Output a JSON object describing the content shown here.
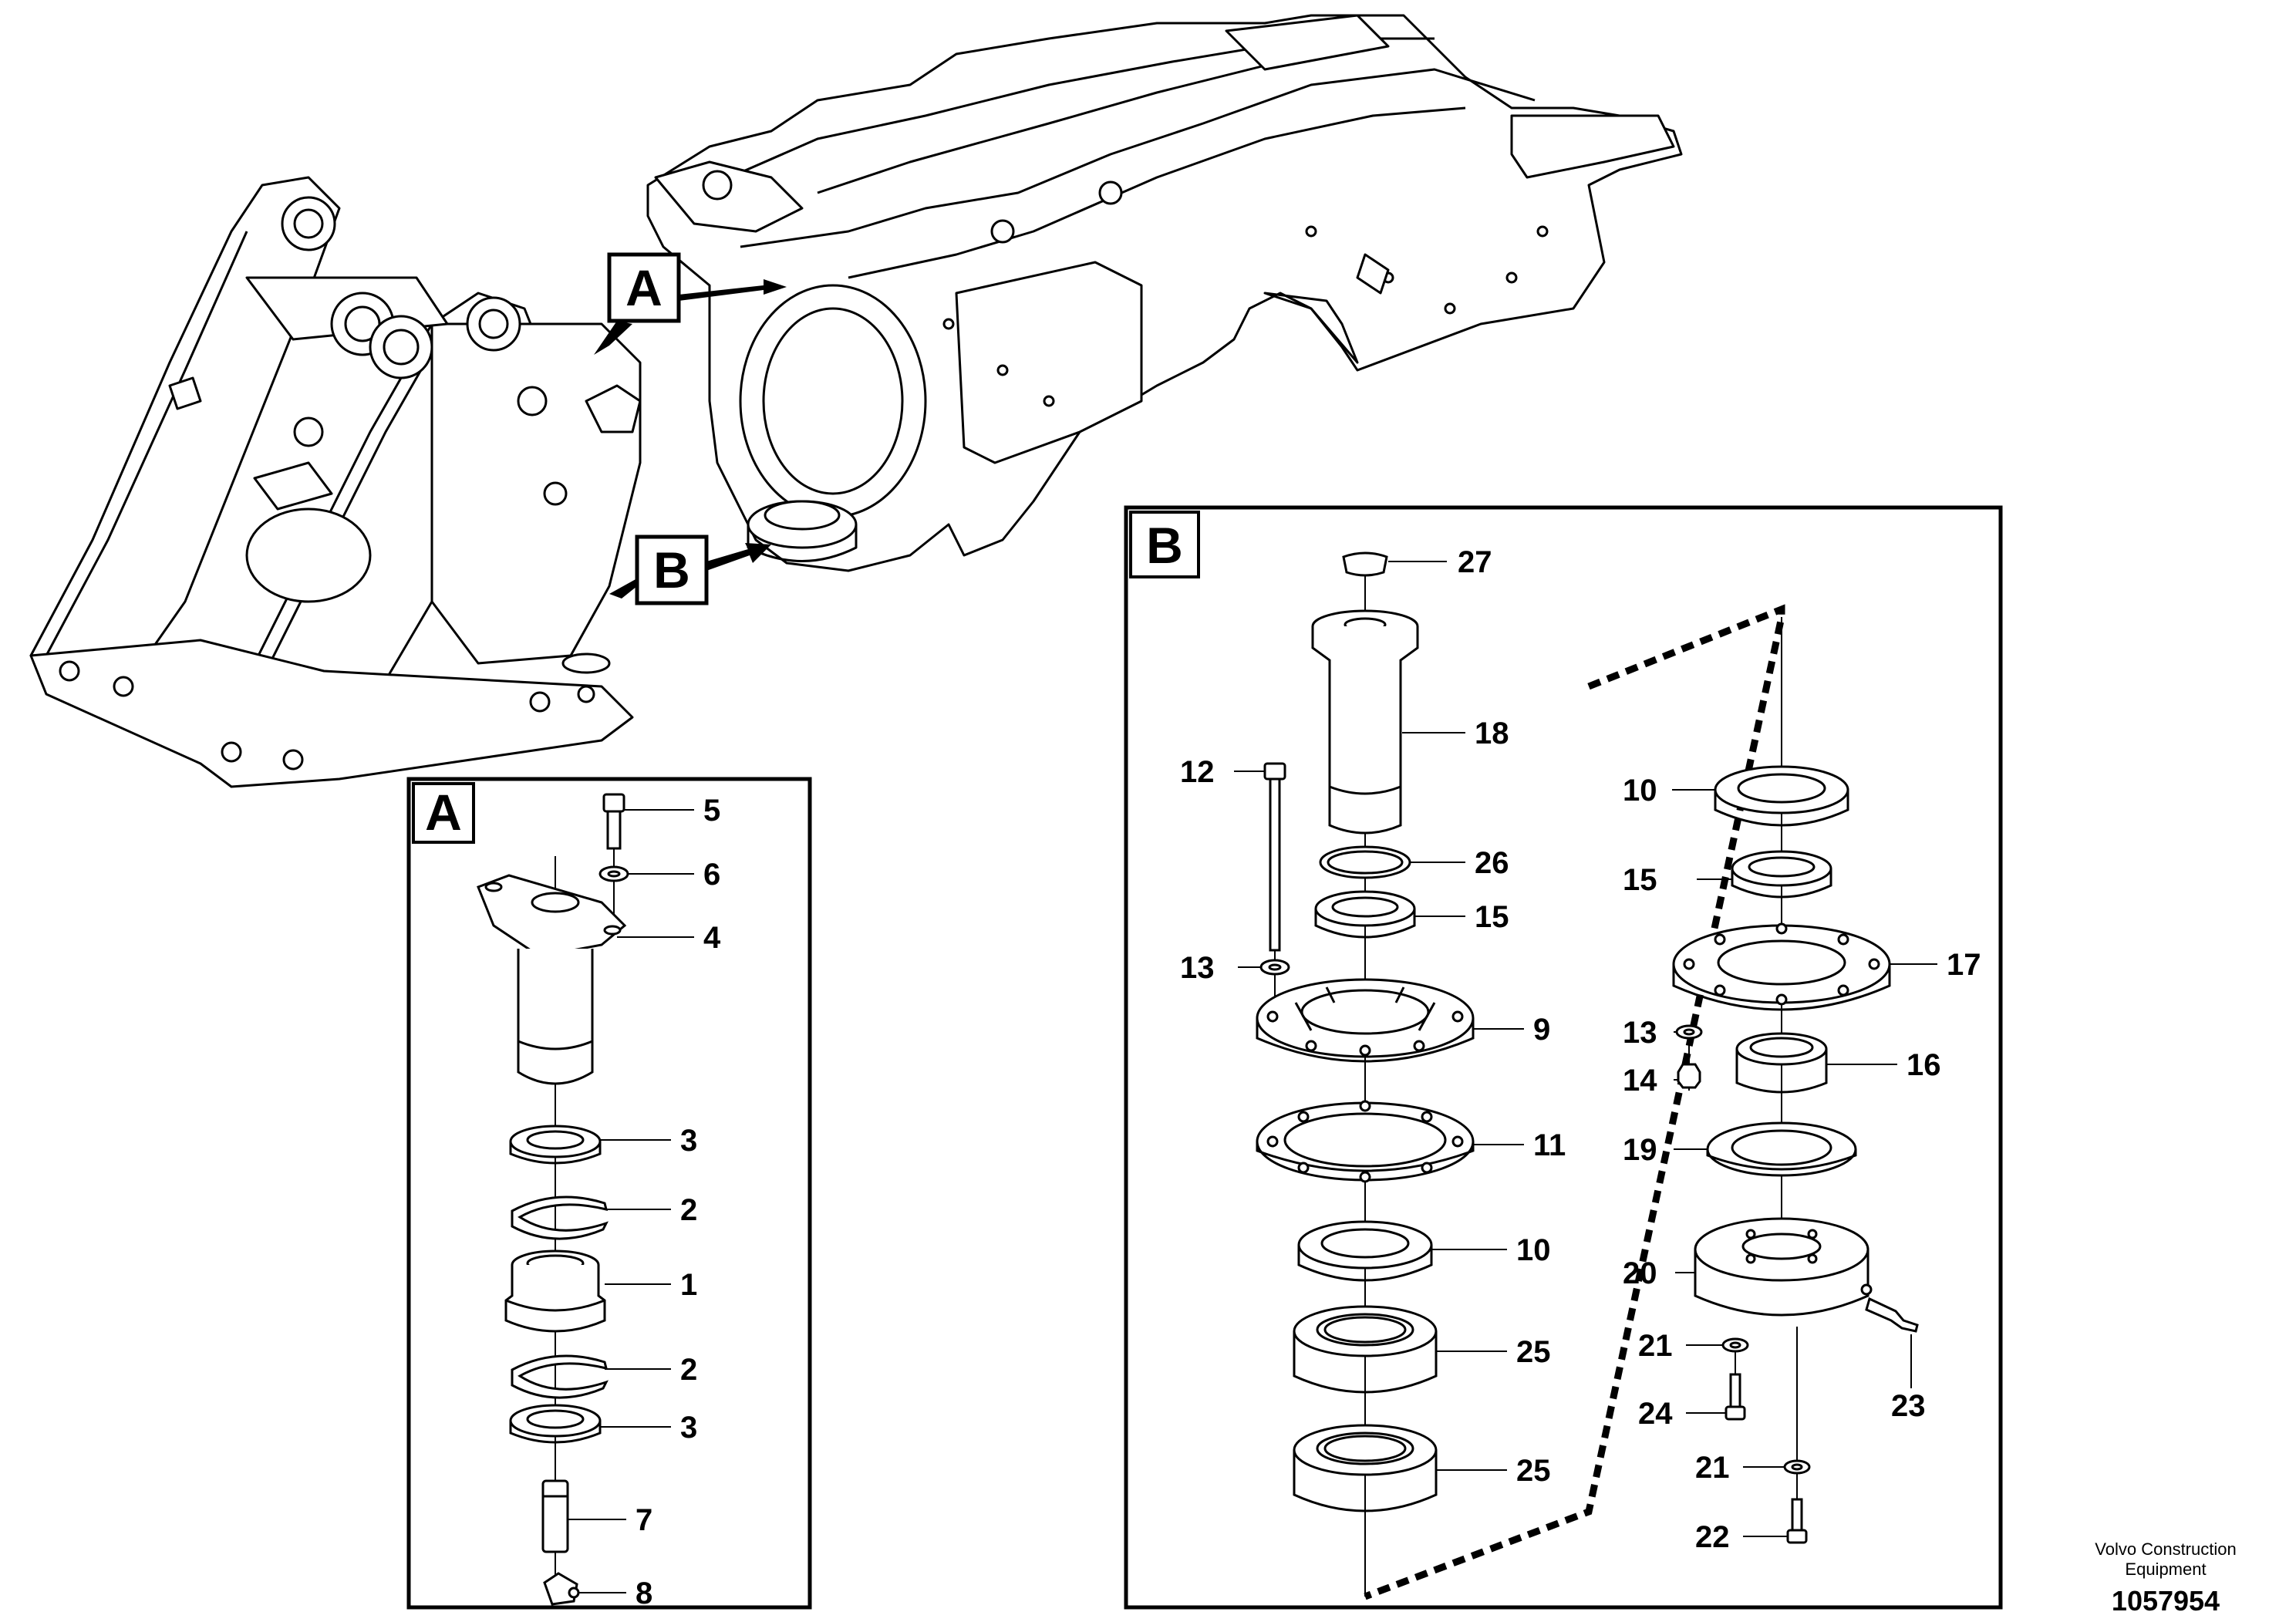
{
  "sections": {
    "a_label": "A",
    "b_label": "B"
  },
  "overview": {
    "marker_a": "A",
    "marker_b": "B"
  },
  "callouts_a": [
    {
      "id": "a-5",
      "text": "5"
    },
    {
      "id": "a-6",
      "text": "6"
    },
    {
      "id": "a-4",
      "text": "4"
    },
    {
      "id": "a-3",
      "text": "3"
    },
    {
      "id": "a-2",
      "text": "2"
    },
    {
      "id": "a-1",
      "text": "1"
    },
    {
      "id": "a-2b",
      "text": "2"
    },
    {
      "id": "a-3b",
      "text": "3"
    },
    {
      "id": "a-7",
      "text": "7"
    },
    {
      "id": "a-8",
      "text": "8"
    }
  ],
  "callouts_b": [
    {
      "id": "b-27",
      "text": "27"
    },
    {
      "id": "b-18",
      "text": "18"
    },
    {
      "id": "b-12",
      "text": "12"
    },
    {
      "id": "b-26",
      "text": "26"
    },
    {
      "id": "b-15",
      "text": "15"
    },
    {
      "id": "b-13",
      "text": "13"
    },
    {
      "id": "b-9",
      "text": "9"
    },
    {
      "id": "b-11",
      "text": "11"
    },
    {
      "id": "b-10",
      "text": "10"
    },
    {
      "id": "b-25",
      "text": "25"
    },
    {
      "id": "b-25b",
      "text": "25"
    },
    {
      "id": "b-10r",
      "text": "10"
    },
    {
      "id": "b-15r",
      "text": "15"
    },
    {
      "id": "b-17",
      "text": "17"
    },
    {
      "id": "b-13r",
      "text": "13"
    },
    {
      "id": "b-16",
      "text": "16"
    },
    {
      "id": "b-14",
      "text": "14"
    },
    {
      "id": "b-19",
      "text": "19"
    },
    {
      "id": "b-20",
      "text": "20"
    },
    {
      "id": "b-21",
      "text": "21"
    },
    {
      "id": "b-23",
      "text": "23"
    },
    {
      "id": "b-24",
      "text": "24"
    },
    {
      "id": "b-21b",
      "text": "21"
    },
    {
      "id": "b-22",
      "text": "22"
    }
  ],
  "footer": {
    "brand_line1": "Volvo Construction",
    "brand_line2": "Equipment",
    "drawing_number": "1057954"
  }
}
